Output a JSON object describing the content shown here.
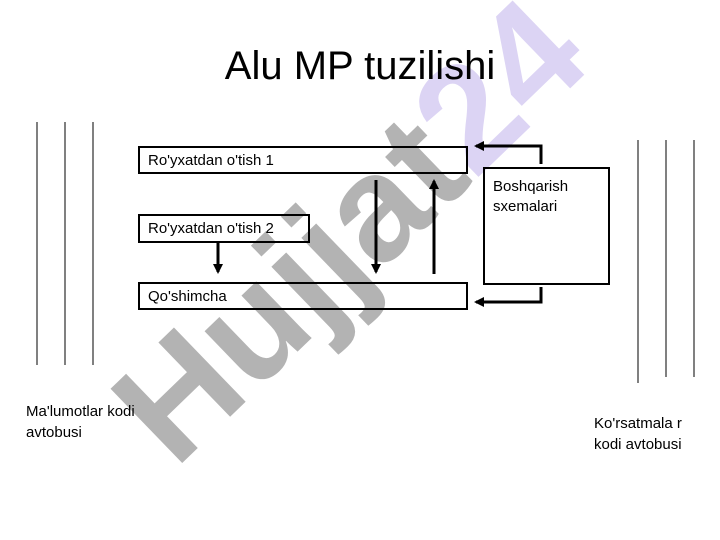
{
  "title": "Alu MP tuzilishi",
  "watermark": {
    "text": "Hujjat24",
    "color": "#b3b3b3",
    "accent_color": "#dcd4f4"
  },
  "boxes": {
    "register1": "Ro'yxatdan o'tish 1",
    "register2": "Ro'yxatdan o'tish 2",
    "extra": "Qo'shimcha",
    "control": "Boshqarish sxemalari"
  },
  "labels": {
    "data_bus": "Ma'lumotlar kodi avtobusi",
    "instruction_bus": "Ko'rsatmala r kodi avtobusi"
  },
  "colors": {
    "line": "#000000",
    "background": "#ffffff"
  }
}
